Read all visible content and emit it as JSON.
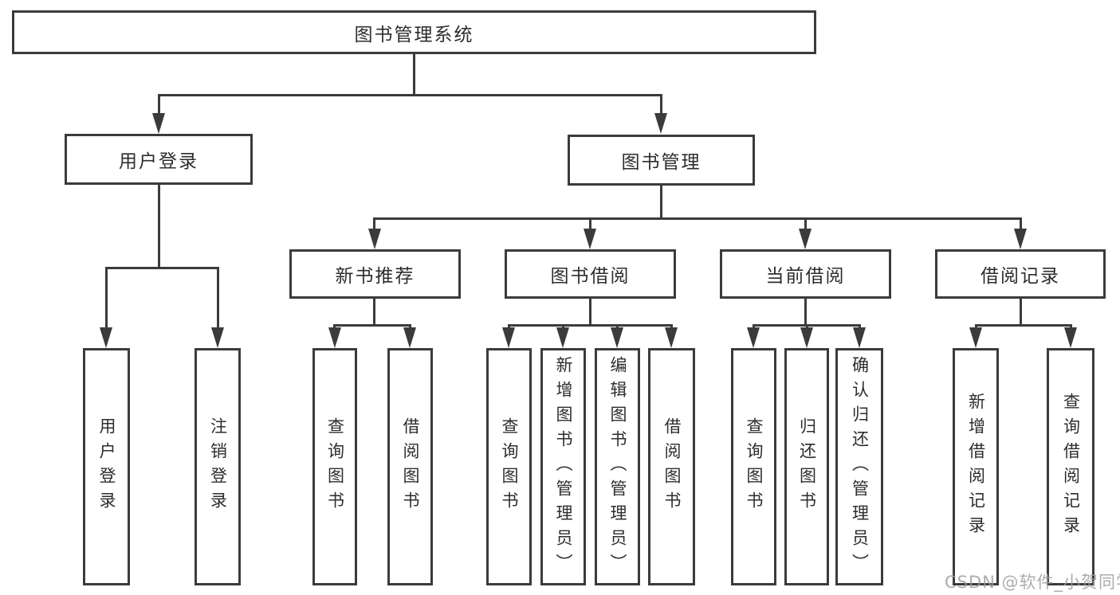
{
  "diagram": {
    "title": "图书管理系统",
    "watermark": "CSDN @软件_小贺同学",
    "colors": {
      "line": "#3b3b3b",
      "box_border": "#3b3b3b",
      "text": "#2d2d2d",
      "watermark": "#9e9e9e",
      "background": "#ffffff"
    },
    "nodes": {
      "root": {
        "label": "图书管理系统"
      },
      "user_login": {
        "label": "用户登录"
      },
      "book_mgmt": {
        "label": "图书管理"
      },
      "new_book_rec": {
        "label": "新书推荐"
      },
      "book_borrow": {
        "label": "图书借阅"
      },
      "current_borrow": {
        "label": "当前借阅"
      },
      "borrow_record": {
        "label": "借阅记录"
      },
      "leaf_user_login": {
        "label": "用户登录"
      },
      "leaf_logout": {
        "label": "注销登录"
      },
      "leaf_query_book_rec": {
        "label": "查询图书"
      },
      "leaf_borrow_book_rec": {
        "label": "借阅图书"
      },
      "leaf_query_book_borrow": {
        "label": "查询图书"
      },
      "leaf_add_book_admin": {
        "label": "新增图书（管理员）"
      },
      "leaf_edit_book_admin": {
        "label": "编辑图书（管理员）"
      },
      "leaf_borrow_book": {
        "label": "借阅图书"
      },
      "leaf_query_book_current": {
        "label": "查询图书"
      },
      "leaf_return_book": {
        "label": "归还图书"
      },
      "leaf_confirm_return_admin": {
        "label": "确认归还（管理员）"
      },
      "leaf_add_borrow_record": {
        "label": "新增借阅记录"
      },
      "leaf_query_borrow_record": {
        "label": "查询借阅记录"
      }
    },
    "edges_note": "tree: root -> (user_login, book_mgmt); user_login -> (leaf_user_login, leaf_logout); book_mgmt -> (new_book_rec, book_borrow, current_borrow, borrow_record); new_book_rec -> (leaf_query_book_rec, leaf_borrow_book_rec); book_borrow -> (leaf_query_book_borrow, leaf_add_book_admin, leaf_edit_book_admin, leaf_borrow_book); current_borrow -> (leaf_query_book_current, leaf_return_book, leaf_confirm_return_admin); borrow_record -> (leaf_add_borrow_record, leaf_query_borrow_record)"
  }
}
